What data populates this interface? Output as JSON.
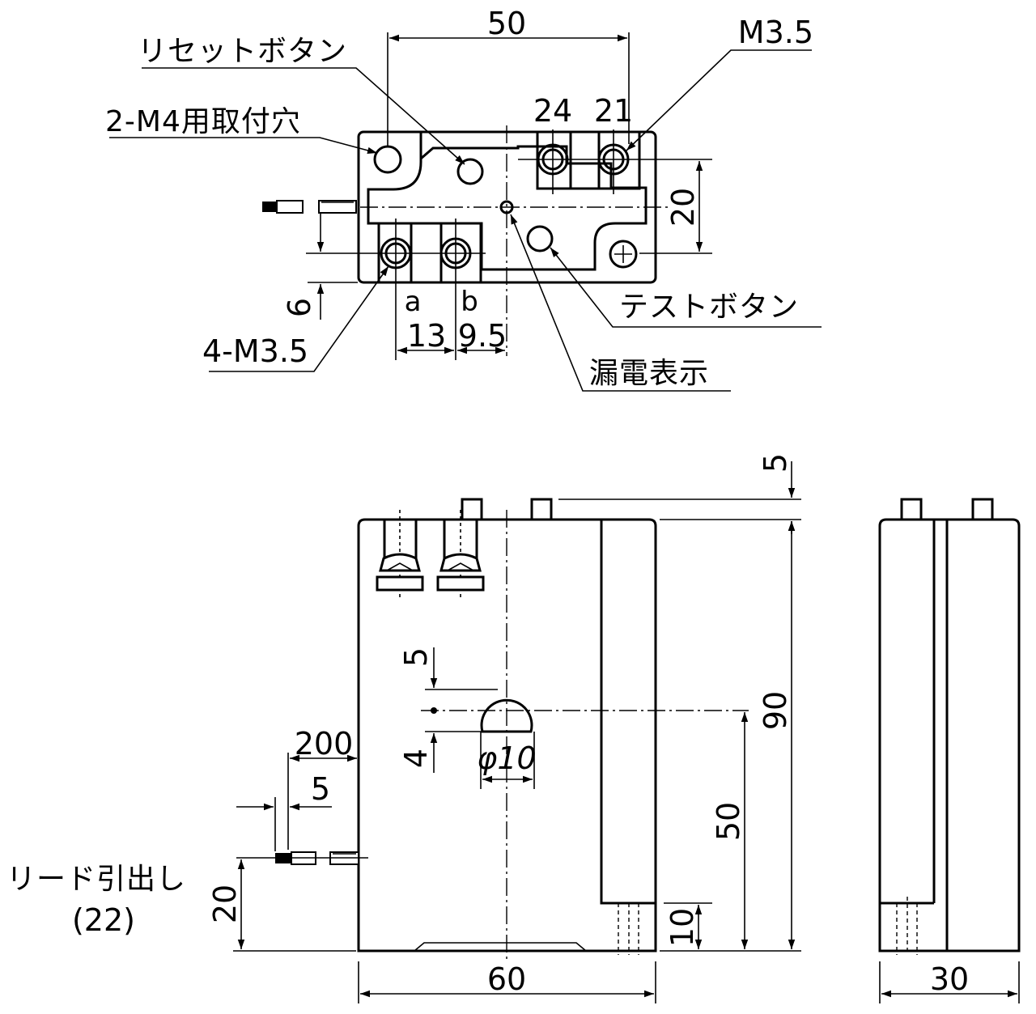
{
  "top_view": {
    "labels": {
      "reset_button": "リセットボタン",
      "mounting_holes": "2-M4用取付穴",
      "m35_top": "M3.5",
      "m35_bottom": "4-M3.5",
      "test_button": "テストボタン",
      "leak_indicator": "漏電表示"
    },
    "terminals": {
      "t24": "24",
      "t21": "21",
      "ta": "a",
      "tb": "b"
    },
    "dims": {
      "width_top": "50",
      "right_height": "20",
      "left_offset": "6",
      "pitch_a": "13",
      "pitch_b": "9.5"
    }
  },
  "front_view": {
    "labels": {
      "lead_out": "リード引出し",
      "lead_out_sub": "(22)"
    },
    "dims": {
      "top_stud": "5",
      "height": "90",
      "hole_upper": "5",
      "hole_lower": "4",
      "hole_diameter": "φ10",
      "hole_height": "50",
      "lead_length": "200",
      "lead_strip": "5",
      "lead_height": "20",
      "bottom_slot": "10",
      "width": "60"
    }
  },
  "side_view": {
    "dims": {
      "depth": "30"
    }
  }
}
